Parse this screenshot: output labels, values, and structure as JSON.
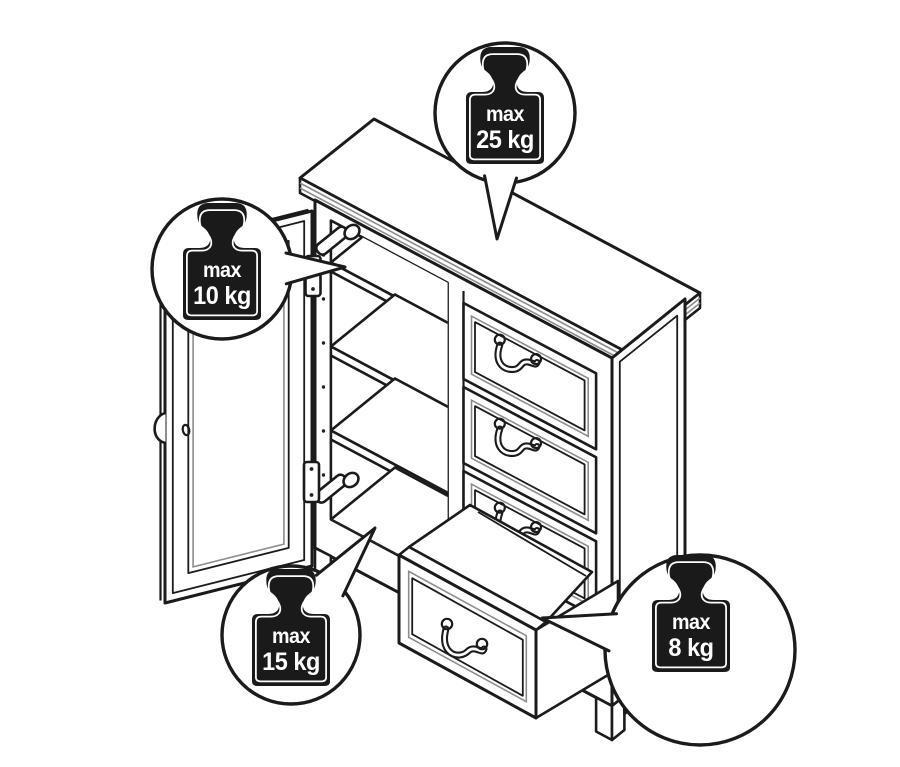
{
  "figure": {
    "background": "#ffffff",
    "line_color": "#1b1b1b",
    "icon_fill": "#1a1a1a",
    "icon_text_color": "#ffffff"
  },
  "callouts": [
    {
      "id": "top-panel",
      "target": "cabinet top panel",
      "line1": "max",
      "line2": "25 kg"
    },
    {
      "id": "shelf",
      "target": "interior shelf",
      "line1": "max",
      "line2": "10 kg"
    },
    {
      "id": "bottom-compartment",
      "target": "bottom compartment",
      "line1": "max",
      "line2": "15 kg"
    },
    {
      "id": "drawer",
      "target": "pulled-out drawer",
      "line1": "max",
      "line2": "8 kg"
    }
  ]
}
